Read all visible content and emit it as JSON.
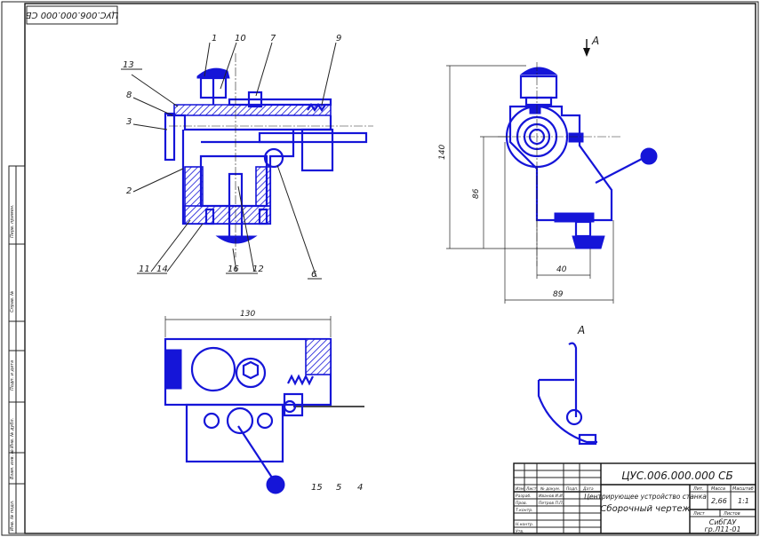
{
  "sheet": {
    "top_stamp": "ЦУС.006.000.000 СБ",
    "title_designation": "ЦУС.006.000.000 СБ",
    "title_name_line1": "Центрирующее устройство станка",
    "title_name_line2": "Сборочный чертеж",
    "mass": "2,66",
    "scale": "1:1",
    "org_line1": "СибГАУ",
    "org_line2": "гр.Л11-01",
    "sheet_label": "Лист",
    "sheets_label": "Листов",
    "col_lit": "Лит.",
    "col_mass": "Масса",
    "col_scale": "Масштаб",
    "row_izm": "Изм.",
    "row_list": "Лист",
    "row_doc": "№ докум.",
    "row_sign": "Подп.",
    "row_date": "Дата",
    "row_razrab": "Разраб.",
    "row_prov": "Пров.",
    "row_tkontr": "Т.контр.",
    "row_nkontr": "Н.контр.",
    "row_utv": "Утв.",
    "author1": "Иванов И.И.",
    "author2": "Петров П.П."
  },
  "left_strip": {
    "perv_primen": "Перв. примен.",
    "sprav_no": "Справ. №",
    "podp_data": "Подп. и дата",
    "inv_dubl": "Инв. № дубл.",
    "vzam_inv": "Взам. инв. №",
    "inv_podl": "Инв. № подл."
  },
  "view_labels": {
    "arrow_view": "А",
    "view_a_title": "А"
  },
  "dimensions": {
    "height_total": "140",
    "height_axis": "86",
    "width_40": "40",
    "width_89": "89",
    "width_130": "130"
  },
  "callouts": [
    "1",
    "10",
    "7",
    "9",
    "13",
    "8",
    "3",
    "2",
    "11",
    "14",
    "16",
    "12",
    "6",
    "15",
    "5",
    "4"
  ],
  "colors": {
    "part_blue": "#1515d8",
    "frame": "#222222",
    "background": "#ffffff"
  }
}
